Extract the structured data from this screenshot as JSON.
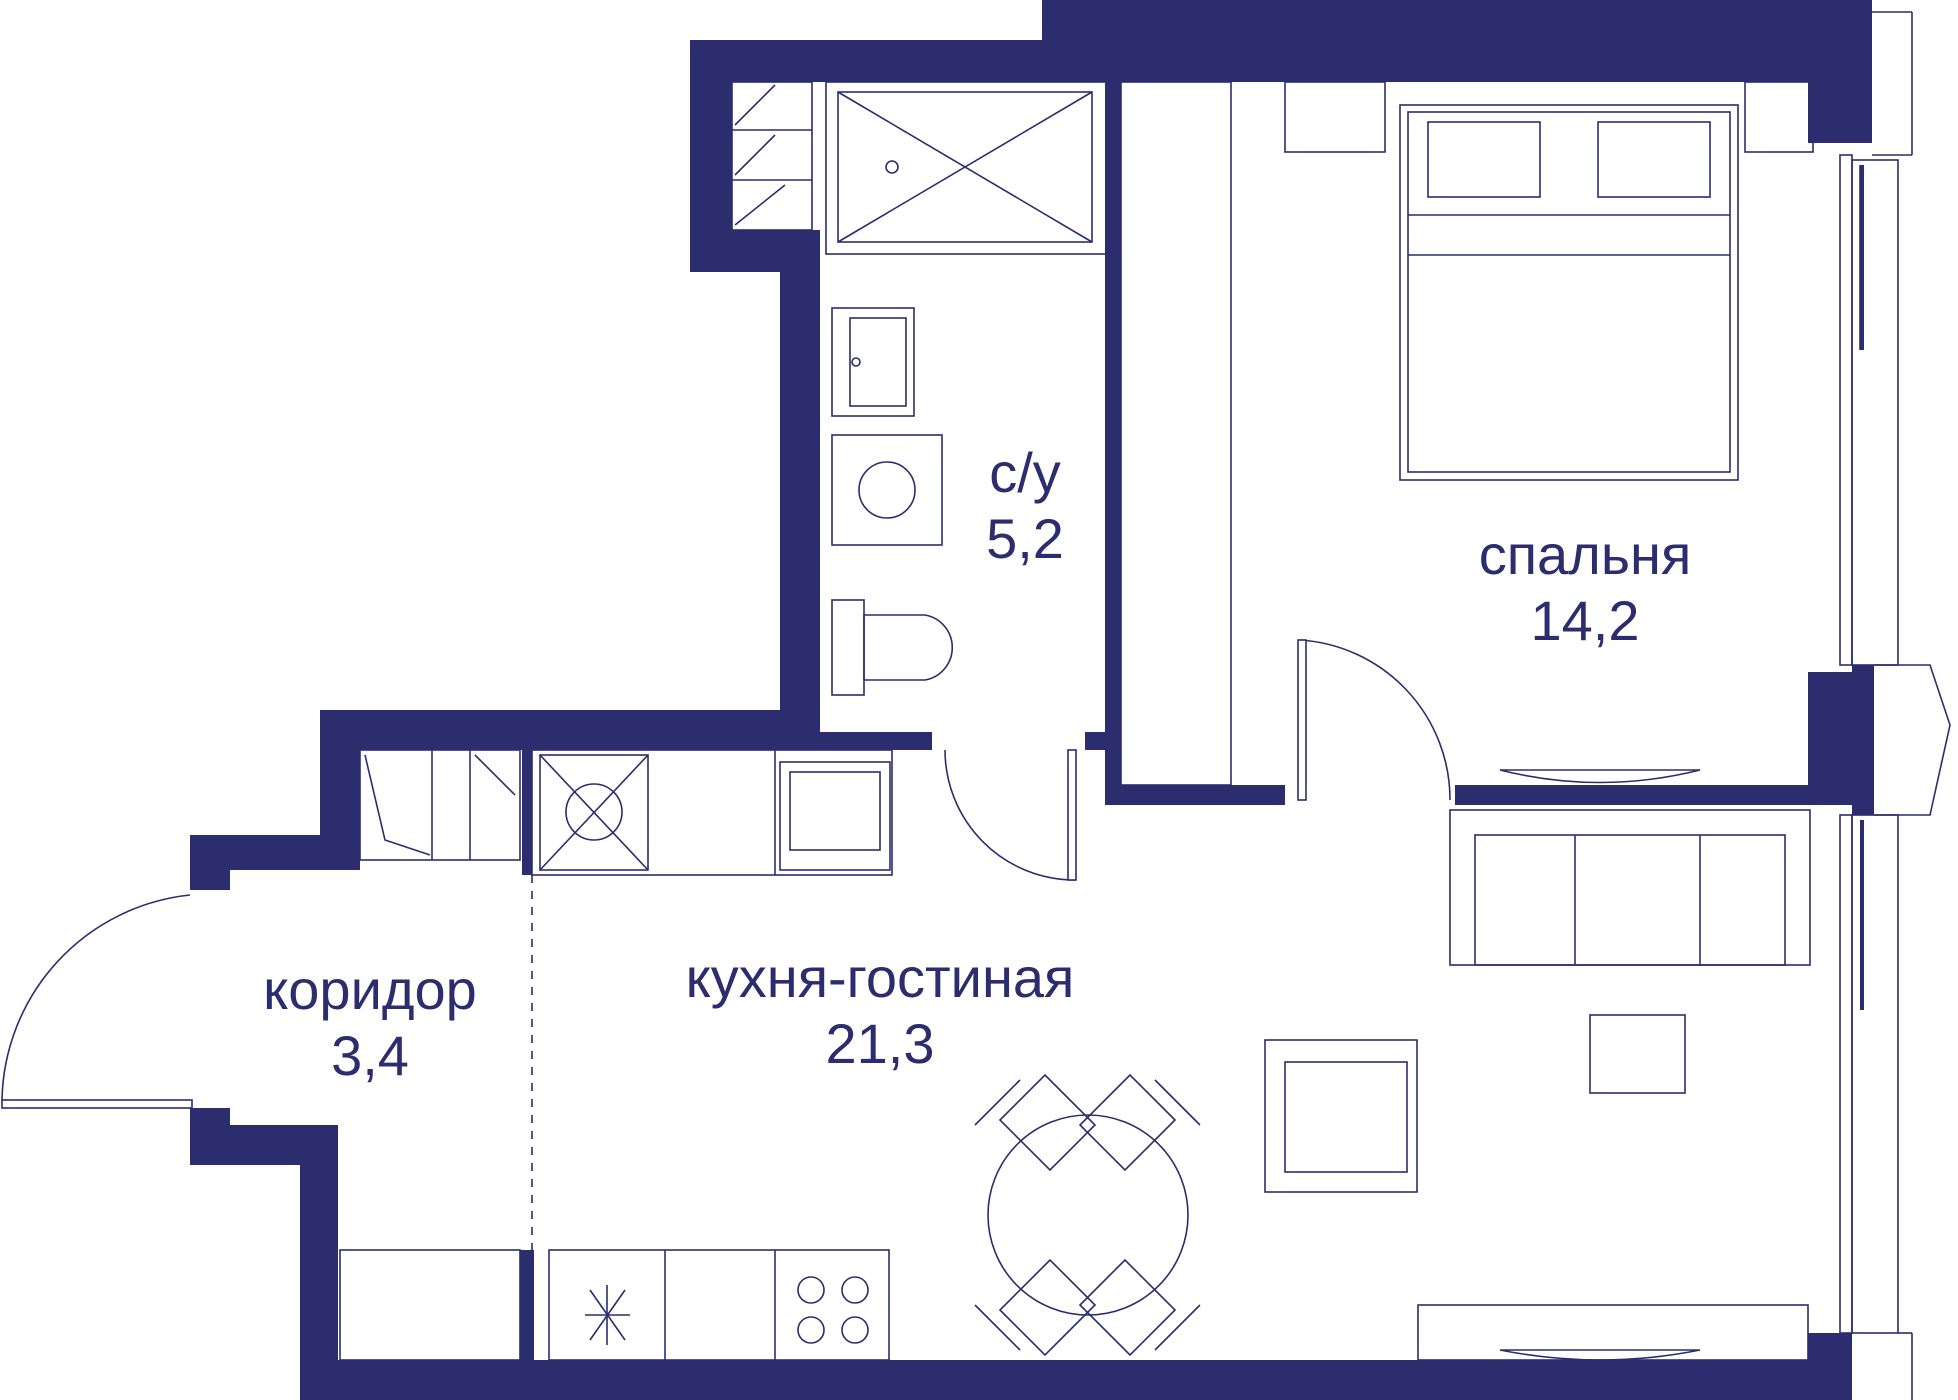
{
  "rooms": {
    "bathroom": {
      "name": "с/у",
      "area": "5,2"
    },
    "bedroom": {
      "name": "спальня",
      "area": "14,2"
    },
    "kitchen_living": {
      "name": "кухня-гостиная",
      "area": "21,3"
    },
    "corridor": {
      "name": "коридор",
      "area": "3,4"
    }
  },
  "colors": {
    "wall": "#2b2d6e",
    "background": "#ffffff"
  }
}
